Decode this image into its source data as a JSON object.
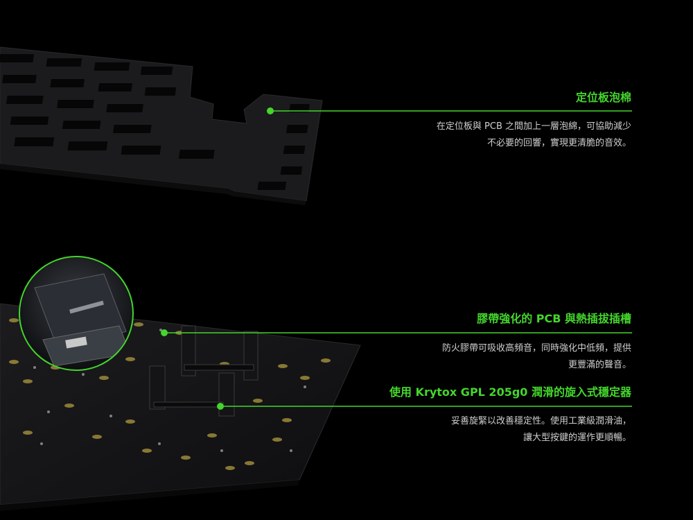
{
  "features": [
    {
      "title": "定位板泡棉",
      "desc_line1": "在定位板與 PCB 之間加上一層泡綿，可協助減少",
      "desc_line2": "不必要的回響，實現更清脆的音效。"
    },
    {
      "title": "膠帶強化的 PCB 與熱插拔插槽",
      "desc_line1": "防火膠帶可吸收高頻音，同時強化中低頻，提供",
      "desc_line2": "更豐滿的聲音。"
    },
    {
      "title": "使用 Krytox GPL 205g0 潤滑的旋入式穩定器",
      "desc_line1": "妥善旋緊以改善穩定性。使用工業級潤滑油，",
      "desc_line2": "讓大型按鍵的運作更順暢。"
    }
  ],
  "colors": {
    "accent": "#44d62c",
    "background": "#000000",
    "text": "#cfcfcf"
  }
}
